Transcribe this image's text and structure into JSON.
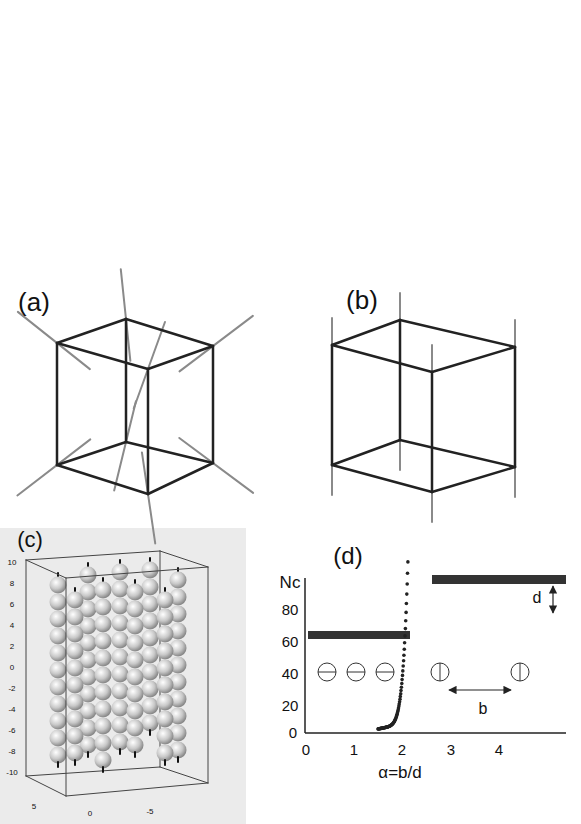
{
  "diagram": {
    "labels": [
      "(a)",
      "(b)",
      "(c)",
      "(d)",
      "Nc",
      "80",
      "60",
      "40",
      "20",
      "0",
      "0",
      "1",
      "2",
      "3",
      "4",
      "α=b/d",
      "d",
      "b",
      "10",
      "8",
      "6",
      "4",
      "2",
      "0",
      "-2",
      "-4",
      "-6",
      "-8",
      "-10",
      "5",
      "0",
      "-5"
    ]
  }
}
